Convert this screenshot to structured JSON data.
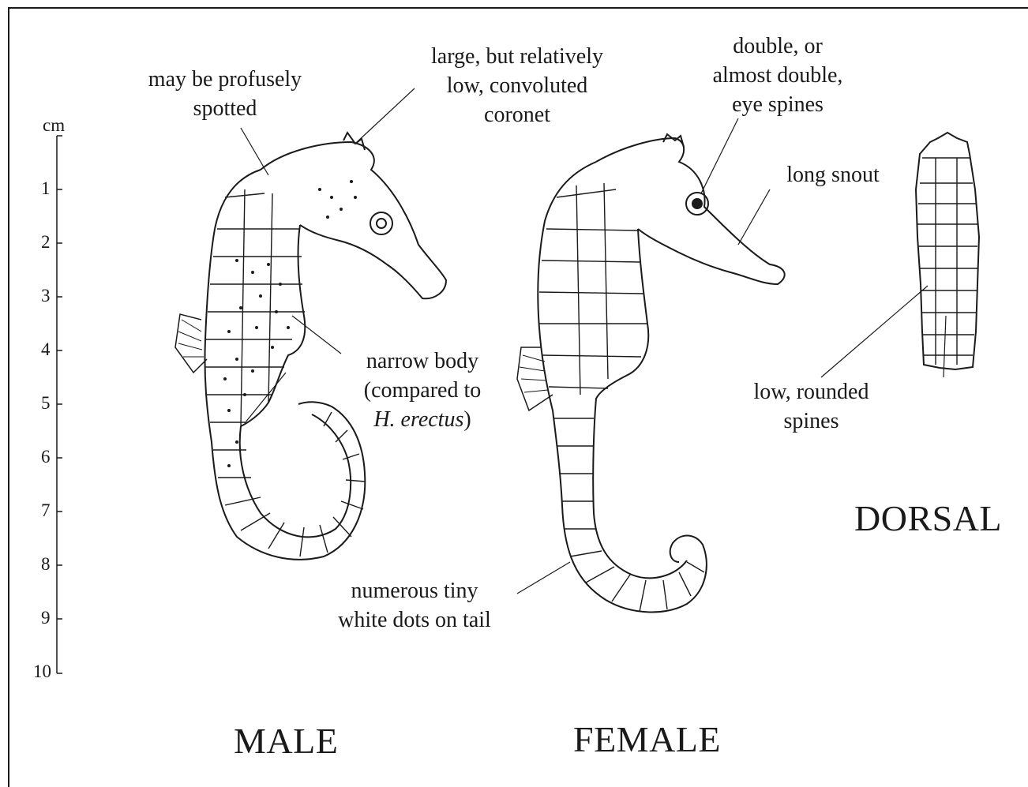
{
  "scale": {
    "unit": "cm",
    "ticks": [
      "1",
      "2",
      "3",
      "4",
      "5",
      "6",
      "7",
      "8",
      "9",
      "10"
    ]
  },
  "labels": {
    "spotted": [
      "may be profusely",
      "spotted"
    ],
    "coronet": [
      "large, but relatively",
      "low, convoluted",
      "coronet"
    ],
    "eye_spines": [
      "double, or",
      "almost double,",
      "eye spines"
    ],
    "snout": "long snout",
    "body": [
      "narrow body",
      "(compared to"
    ],
    "body_species": "H. erectus",
    "body_close": ")",
    "tail_dots": [
      "numerous tiny",
      "white dots on tail"
    ],
    "dorsal_spines": [
      "low, rounded",
      "spines"
    ]
  },
  "views": {
    "male": "MALE",
    "female": "FEMALE",
    "dorsal": "DORSAL"
  }
}
